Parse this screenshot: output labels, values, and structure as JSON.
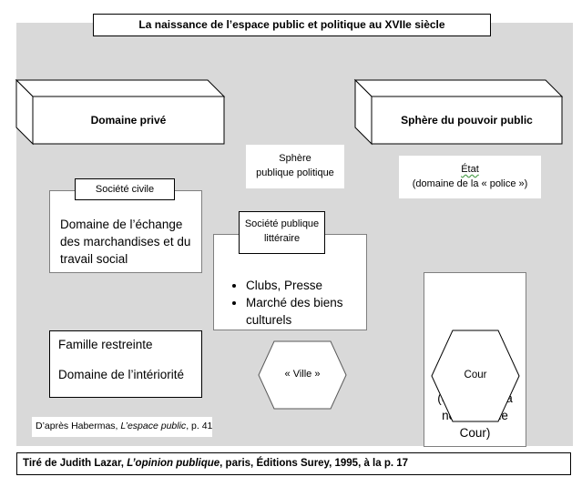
{
  "title": "La naissance de l’espace public et politique au XVIIe siècle",
  "private_domain": {
    "label": "Domaine privé"
  },
  "public_power": {
    "label": "Sphère du pouvoir public"
  },
  "political_public_sphere": {
    "line1": "Sphère",
    "line2": "publique politique"
  },
  "state": {
    "line1": "État",
    "line2": "(domaine de la « police »)"
  },
  "civil_society": {
    "tab": "Société civile",
    "lines": [
      "Domaine de l’échange",
      "des marchandises et du",
      "travail social"
    ]
  },
  "literary_public_society": {
    "tab_line1": "Société publique",
    "tab_line2": "littéraire",
    "items": [
      "Clubs, Presse",
      "Marché des biens",
      "culturels"
    ]
  },
  "family": {
    "line1": "Famille restreinte",
    "line2": "Domaine de l’intériorité"
  },
  "town": {
    "label": "« Ville »"
  },
  "court": {
    "label": "Cour",
    "lines": [
      "(Société de la",
      "noblesse de",
      "Cour)"
    ]
  },
  "source_note": {
    "prefix": "D’après Habermas, ",
    "work": "L’espace public",
    "suffix": ", p. 41"
  },
  "footer": {
    "prefix": "Tiré de Judith Lazar, ",
    "work": "L’opinion publique",
    "suffix": ", paris, Éditions Surey, 1995, à la p. 17"
  }
}
